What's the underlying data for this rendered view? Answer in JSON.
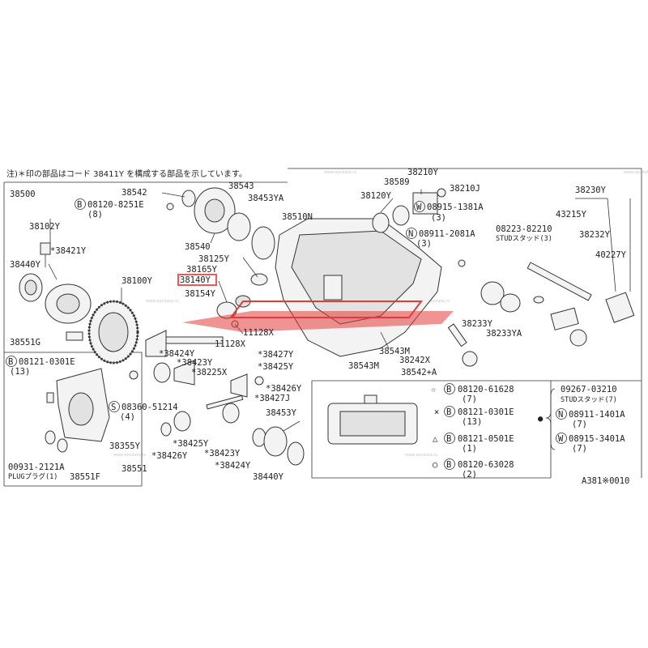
{
  "note": "注)＊印の部品はコード 38411Y を構成する部品を示しています。",
  "figure_code": "A381※0010",
  "watermark": "www.epcdata.ru",
  "highlight_color": "#e85a5a",
  "brand_overlay_color": "#e23b3b",
  "labels": {
    "p38500": "38500",
    "p38102Y": "38102Y",
    "p38421Y": "*38421Y",
    "p38440Y_a": "38440Y",
    "p38100Y": "38100Y",
    "p38551G": "38551G",
    "p38542": "38542",
    "b08120_8251E": "08120-8251E",
    "q8": "(8)",
    "p38543": "38543",
    "p38453YA": "38453YA",
    "p38510N": "38510N",
    "p38540": "38540",
    "p38125Y": "38125Y",
    "p38165Y": "38165Y",
    "p38140Y": "38140Y",
    "p38154Y": "38154Y",
    "p38120Y": "38120Y",
    "p38589": "38589",
    "p38210Y": "38210Y",
    "p38210J": "38210J",
    "w08915_1381A": "08915-1381A",
    "q3a": "(3)",
    "n08911_2081A": "08911-2081A",
    "q3b": "(3)",
    "p38230Y": "38230Y",
    "p43215Y": "43215Y",
    "s08223_82210": "08223-82210",
    "stud3": "STUDスタッド(3)",
    "p38232Y": "38232Y",
    "p40227Y": "40227Y",
    "p38233Y": "38233Y",
    "p38233YA": "38233YA",
    "p11128X_a": "11128X",
    "p11128X_b": "11128X",
    "p38543M_a": "38543M",
    "p38242X": "38242X",
    "p38543M_b": "38543M",
    "p38542A": "38542+A",
    "b08121_0301E_a": "08121-0301E",
    "q13a": "(13)",
    "p38424Y_a": "*38424Y",
    "p38423Y_a": "*38423Y",
    "p38225X": "*38225X",
    "p38427Y_a": "*38427Y",
    "p38425Y_a": "*38425Y",
    "p38426Y_a": "*38426Y",
    "p38427J": "*38427J",
    "s08360_51214": "08360-51214",
    "q4": "(4)",
    "p38355Y": "38355Y",
    "p38551": "38551",
    "p38425Y_b": "*38425Y",
    "p38426Y_b": "*38426Y",
    "p38423Y_b": "*38423Y",
    "p38424Y_b": "*38424Y",
    "p38453Y": "38453Y",
    "p38440Y_b": "38440Y",
    "p00931_2121A": "00931-2121A",
    "plug1": "PLUGプラグ(1)",
    "p38551F": "38551F"
  },
  "legend": {
    "row1_code": "08120-61628",
    "row1_qty": "(7)",
    "row2_code": "08121-0301E",
    "row2_qty": "(13)",
    "row3_code": "08121-0501E",
    "row3_qty": "(1)",
    "row4_code": "08120-63028",
    "row4_qty": "(2)",
    "stud_code": "09267-03210",
    "stud_text": "STUDスタッド(7)",
    "nut_code": "08911-1401A",
    "nut_qty": "(7)",
    "washer_code": "08915-3401A",
    "washer_qty": "(7)"
  },
  "symbols": {
    "bolt": "B",
    "screw": "S",
    "nut": "N",
    "washer": "W",
    "star": "☆",
    "cross": "×",
    "triangle": "△",
    "circle": "○",
    "dot": "●"
  }
}
